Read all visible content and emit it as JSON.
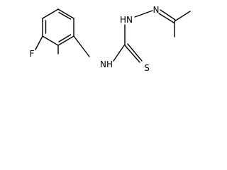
{
  "structure": {
    "atoms": {
      "fluorine": "F",
      "nh_aryl": "NH",
      "nh_hydrazine": "HN",
      "n_imine": "N",
      "sulfur": "S"
    }
  }
}
